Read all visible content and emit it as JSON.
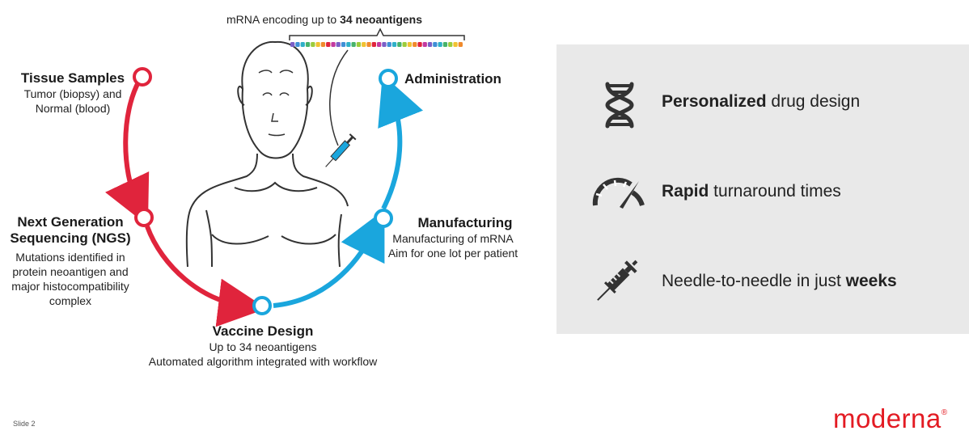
{
  "diagram": {
    "top_label_prefix": "mRNA encoding up to ",
    "top_label_bold": "34 neoantigens",
    "tissue": {
      "title": "Tissue Samples",
      "line1": "Tumor (biopsy) and",
      "line2": "Normal (blood)"
    },
    "ngs": {
      "title1": "Next Generation",
      "title2": "Sequencing (NGS)",
      "line1": "Mutations identified in",
      "line2": "protein neoantigen and",
      "line3": "major histocompatibility",
      "line4": "complex"
    },
    "vaccine": {
      "title": "Vaccine Design",
      "line1": "Up to 34 neoantigens",
      "line2": "Automated algorithm integrated with workflow"
    },
    "manufacturing": {
      "title": "Manufacturing",
      "line1": "Manufacturing of mRNA",
      "line2": "Aim for one lot per patient"
    },
    "administration": {
      "title": "Administration"
    }
  },
  "features": [
    {
      "icon": "dna-icon",
      "bold": "Personalized",
      "rest": " drug design"
    },
    {
      "icon": "speedometer-icon",
      "bold": "Rapid",
      "rest": " turnaround times"
    },
    {
      "icon": "syringe-icon",
      "pre": "Needle-to-needle in just ",
      "bold": "weeks"
    }
  ],
  "footer": {
    "slide": "Slide 2",
    "logo": "moderna",
    "logo_mark": "®"
  },
  "colors": {
    "red": "#e0243c",
    "blue": "#1aa6dd",
    "panel": "#e9e9e9",
    "brand": "#e31b23"
  }
}
